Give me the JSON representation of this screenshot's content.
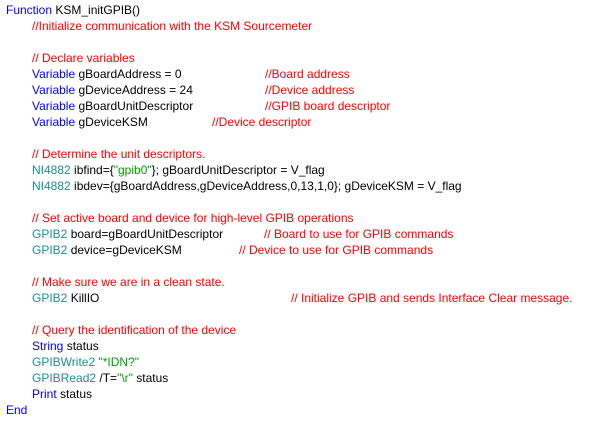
{
  "editor": {
    "colors": {
      "keyword": "#0000ff",
      "comment": "#ff0000",
      "external": "#1e8c8c",
      "string": "#00a000",
      "text": "#000000",
      "background": "#ffffff"
    },
    "lines": [
      {
        "segments": [
          {
            "kind": "keyword",
            "text": "Function"
          },
          {
            "kind": "text",
            "text": " KSM_initGPIB()"
          }
        ]
      },
      {
        "segments": [
          {
            "kind": "comment",
            "text": "//Initialize communication with the KSM Sourcemeter"
          }
        ]
      },
      {
        "segments": [
          {
            "kind": "comment",
            "text": "// Declare variables"
          }
        ]
      },
      {
        "segments": [
          {
            "kind": "keyword",
            "text": "Variable"
          },
          {
            "kind": "text",
            "text": " gBoardAddress = 0"
          },
          {
            "kind": "comment",
            "text": "//Board address"
          }
        ]
      },
      {
        "segments": [
          {
            "kind": "keyword",
            "text": "Variable"
          },
          {
            "kind": "text",
            "text": " gDeviceAddress = 24"
          },
          {
            "kind": "comment",
            "text": "//Device address"
          }
        ]
      },
      {
        "segments": [
          {
            "kind": "keyword",
            "text": "Variable"
          },
          {
            "kind": "text",
            "text": " gBoardUnitDescriptor"
          },
          {
            "kind": "comment",
            "text": "//GPIB board descriptor"
          }
        ]
      },
      {
        "segments": [
          {
            "kind": "keyword",
            "text": "Variable"
          },
          {
            "kind": "text",
            "text": " gDeviceKSM"
          },
          {
            "kind": "comment",
            "text": "//Device descriptor"
          }
        ]
      },
      {
        "segments": [
          {
            "kind": "comment",
            "text": "// Determine the unit descriptors."
          }
        ]
      },
      {
        "segments": [
          {
            "kind": "external",
            "text": "NI4882"
          },
          {
            "kind": "text",
            "text": " ibfind={"
          },
          {
            "kind": "string",
            "text": "\"gpib0\""
          },
          {
            "kind": "text",
            "text": "}; gBoardUnitDescriptor = V_flag"
          }
        ]
      },
      {
        "segments": [
          {
            "kind": "external",
            "text": "NI4882"
          },
          {
            "kind": "text",
            "text": " ibdev={gBoardAddress,gDeviceAddress,0,13,1,0}; gDeviceKSM = V_flag"
          }
        ]
      },
      {
        "segments": [
          {
            "kind": "comment",
            "text": "// Set active board and device for high-level GPIB operations"
          }
        ]
      },
      {
        "segments": [
          {
            "kind": "external",
            "text": "GPIB2"
          },
          {
            "kind": "text",
            "text": " board=gBoardUnitDescriptor"
          },
          {
            "kind": "comment",
            "text": "// Board to use for GPIB commands"
          }
        ]
      },
      {
        "segments": [
          {
            "kind": "external",
            "text": "GPIB2"
          },
          {
            "kind": "text",
            "text": " device=gDeviceKSM"
          },
          {
            "kind": "comment",
            "text": "// Device to use for GPIB commands"
          }
        ]
      },
      {
        "segments": [
          {
            "kind": "comment",
            "text": "// Make sure we are in a clean state."
          }
        ]
      },
      {
        "segments": [
          {
            "kind": "external",
            "text": "GPIB2"
          },
          {
            "kind": "text",
            "text": " KillIO"
          },
          {
            "kind": "comment",
            "text": "// Initialize GPIB and sends Interface Clear message."
          }
        ]
      },
      {
        "segments": [
          {
            "kind": "comment",
            "text": "// Query the identification of the device"
          }
        ]
      },
      {
        "segments": [
          {
            "kind": "keyword",
            "text": "String"
          },
          {
            "kind": "text",
            "text": " status"
          }
        ]
      },
      {
        "segments": [
          {
            "kind": "external",
            "text": "GPIBWrite2"
          },
          {
            "kind": "text",
            "text": " "
          },
          {
            "kind": "string",
            "text": "\"*IDN?\""
          }
        ]
      },
      {
        "segments": [
          {
            "kind": "external",
            "text": "GPIBRead2"
          },
          {
            "kind": "text",
            "text": " /T="
          },
          {
            "kind": "string",
            "text": "\"\\r\""
          },
          {
            "kind": "text",
            "text": " status"
          }
        ]
      },
      {
        "segments": [
          {
            "kind": "keyword",
            "text": "Print"
          },
          {
            "kind": "text",
            "text": " status"
          }
        ]
      },
      {
        "segments": [
          {
            "kind": "keyword",
            "text": "End"
          }
        ]
      }
    ]
  }
}
